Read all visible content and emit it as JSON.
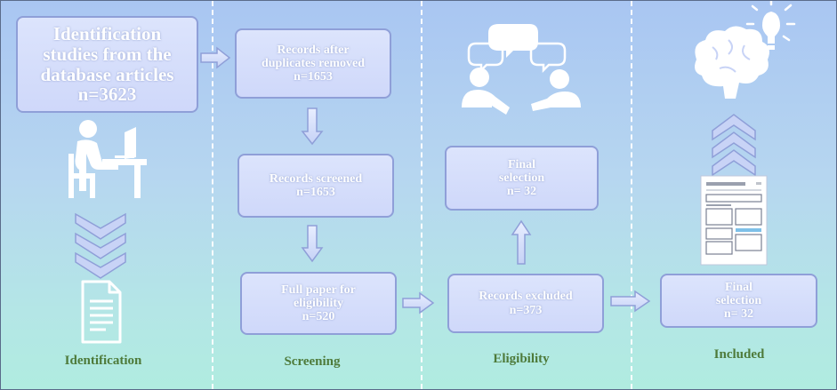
{
  "columns": [
    {
      "label": "Identification"
    },
    {
      "label": "Screening"
    },
    {
      "label": "Eligibility"
    },
    {
      "label": "Included"
    }
  ],
  "boxes": {
    "identification": {
      "lines": [
        "Identification",
        "studies from the",
        "database articles",
        "n=3623"
      ]
    },
    "after_duplicates": {
      "lines": [
        "Records after",
        "duplicates removed",
        "n=1653"
      ]
    },
    "screened": {
      "lines": [
        "Records screened",
        "n=1653"
      ]
    },
    "full_paper": {
      "lines": [
        "Full paper for",
        "eligibility",
        "n=520"
      ]
    },
    "excluded": {
      "lines": [
        "Records excluded",
        "n=373"
      ]
    },
    "final_selection_eligibility": {
      "lines": [
        "Final",
        "selection",
        "n= 32"
      ]
    },
    "final_selection_included": {
      "lines": [
        "Final",
        "selection",
        "n= 32"
      ]
    }
  },
  "icons": [
    "person-at-computer-icon",
    "chevron-down-icon",
    "document-icon",
    "two-people-talking-icon",
    "brain-lightbulb-icon",
    "chevron-up-icon",
    "report-form-icon"
  ],
  "colors": {
    "box_fill": "#d4dcfb",
    "box_border": "#8f9fd8",
    "label": "#4e7a3a",
    "arrow": "#a8b8e8"
  }
}
